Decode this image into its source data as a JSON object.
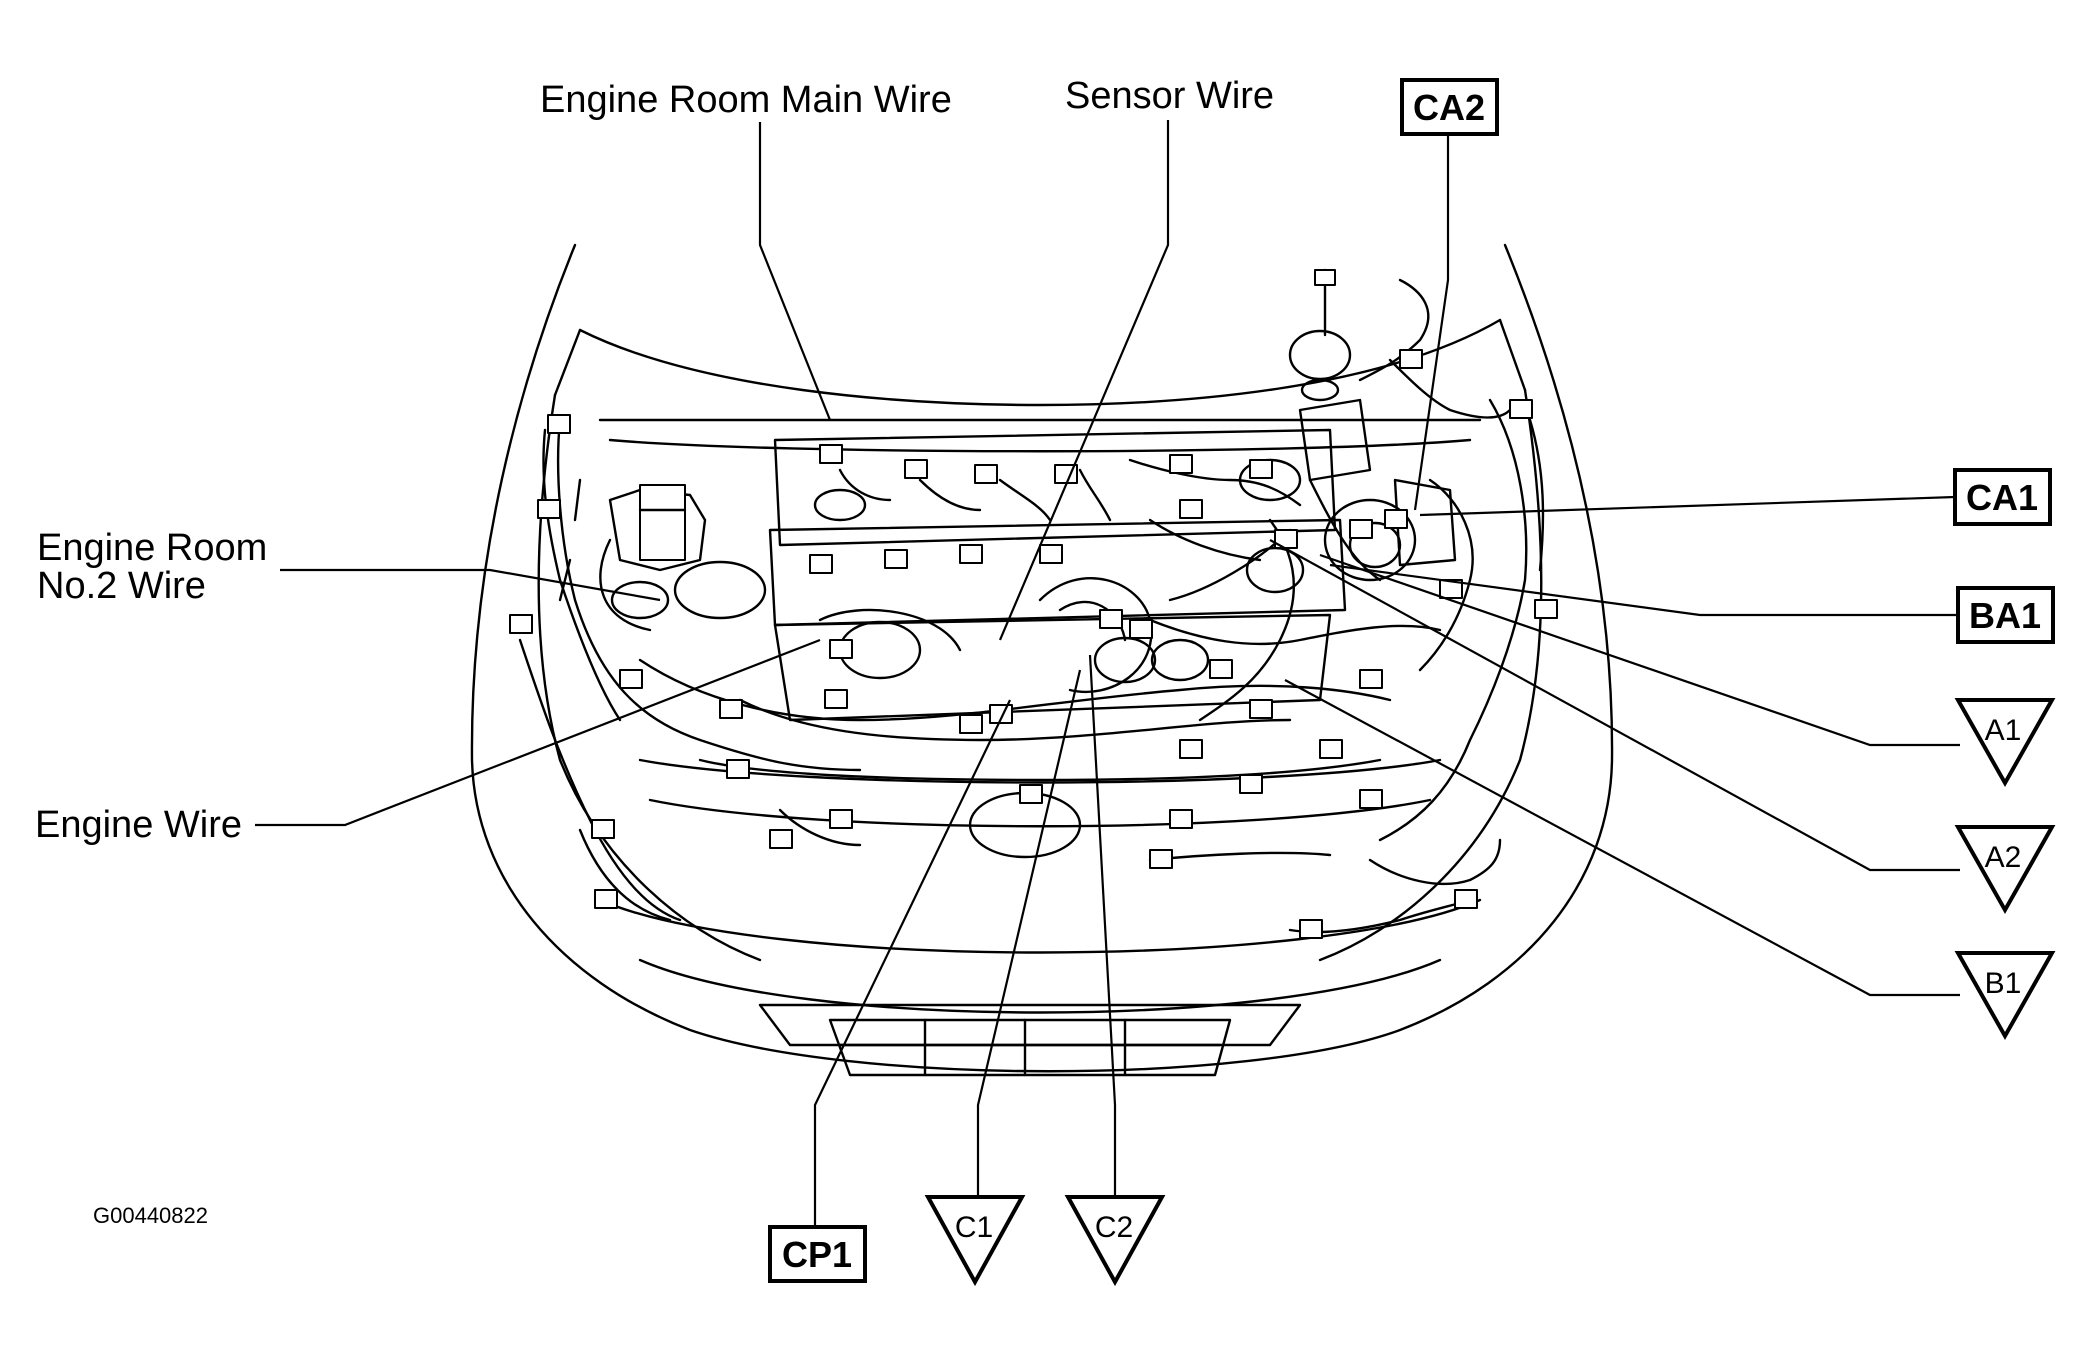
{
  "labels": {
    "engine_room_main_wire": "Engine Room Main Wire",
    "sensor_wire": "Sensor Wire",
    "engine_room_no2_line1": "Engine Room",
    "engine_room_no2_line2": "No.2 Wire",
    "engine_wire": "Engine Wire"
  },
  "box_connectors": {
    "ca2": "CA2",
    "ca1": "CA1",
    "ba1": "BA1",
    "cp1": "CP1"
  },
  "triangle_connectors": {
    "a1": "A1",
    "a2": "A2",
    "b1": "B1",
    "c1": "C1",
    "c2": "C2"
  },
  "figure_code": "G00440822"
}
